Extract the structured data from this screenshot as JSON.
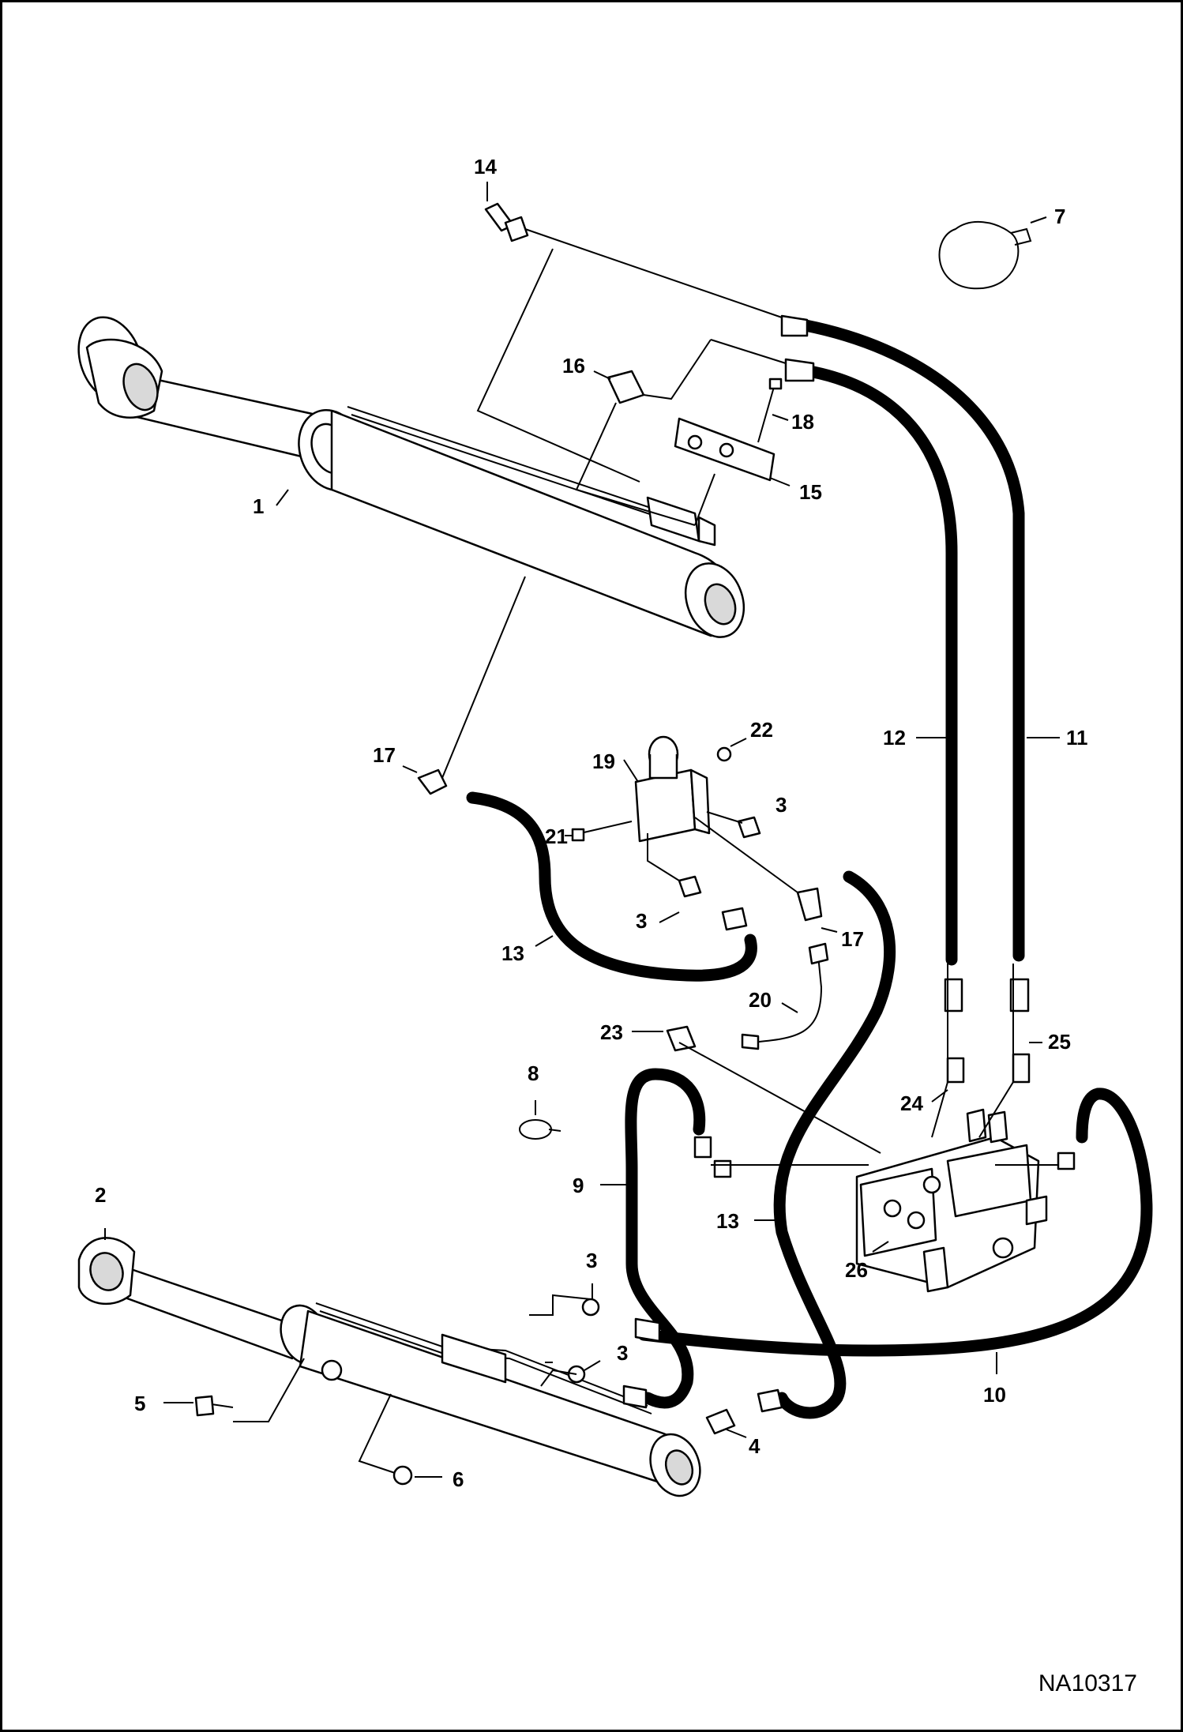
{
  "figure_id": "NA10317",
  "callouts": {
    "c1": "1",
    "c2": "2",
    "c3a": "3",
    "c3b": "3",
    "c3c": "3",
    "c3d": "3",
    "c4": "4",
    "c5": "5",
    "c6": "6",
    "c7": "7",
    "c8": "8",
    "c9": "9",
    "c10": "10",
    "c11": "11",
    "c12": "12",
    "c13a": "13",
    "c13b": "13",
    "c14": "14",
    "c15": "15",
    "c16": "16",
    "c17a": "17",
    "c17b": "17",
    "c18": "18",
    "c19": "19",
    "c20": "20",
    "c21": "21",
    "c22": "22",
    "c23": "23",
    "c24": "24",
    "c25": "25",
    "c26": "26"
  },
  "parts": {
    "upper_cylinder": "cylinder-1",
    "lower_cylinder": "cylinder-2",
    "control_valve": "valve-26",
    "solenoid_valve": "valve-19"
  }
}
